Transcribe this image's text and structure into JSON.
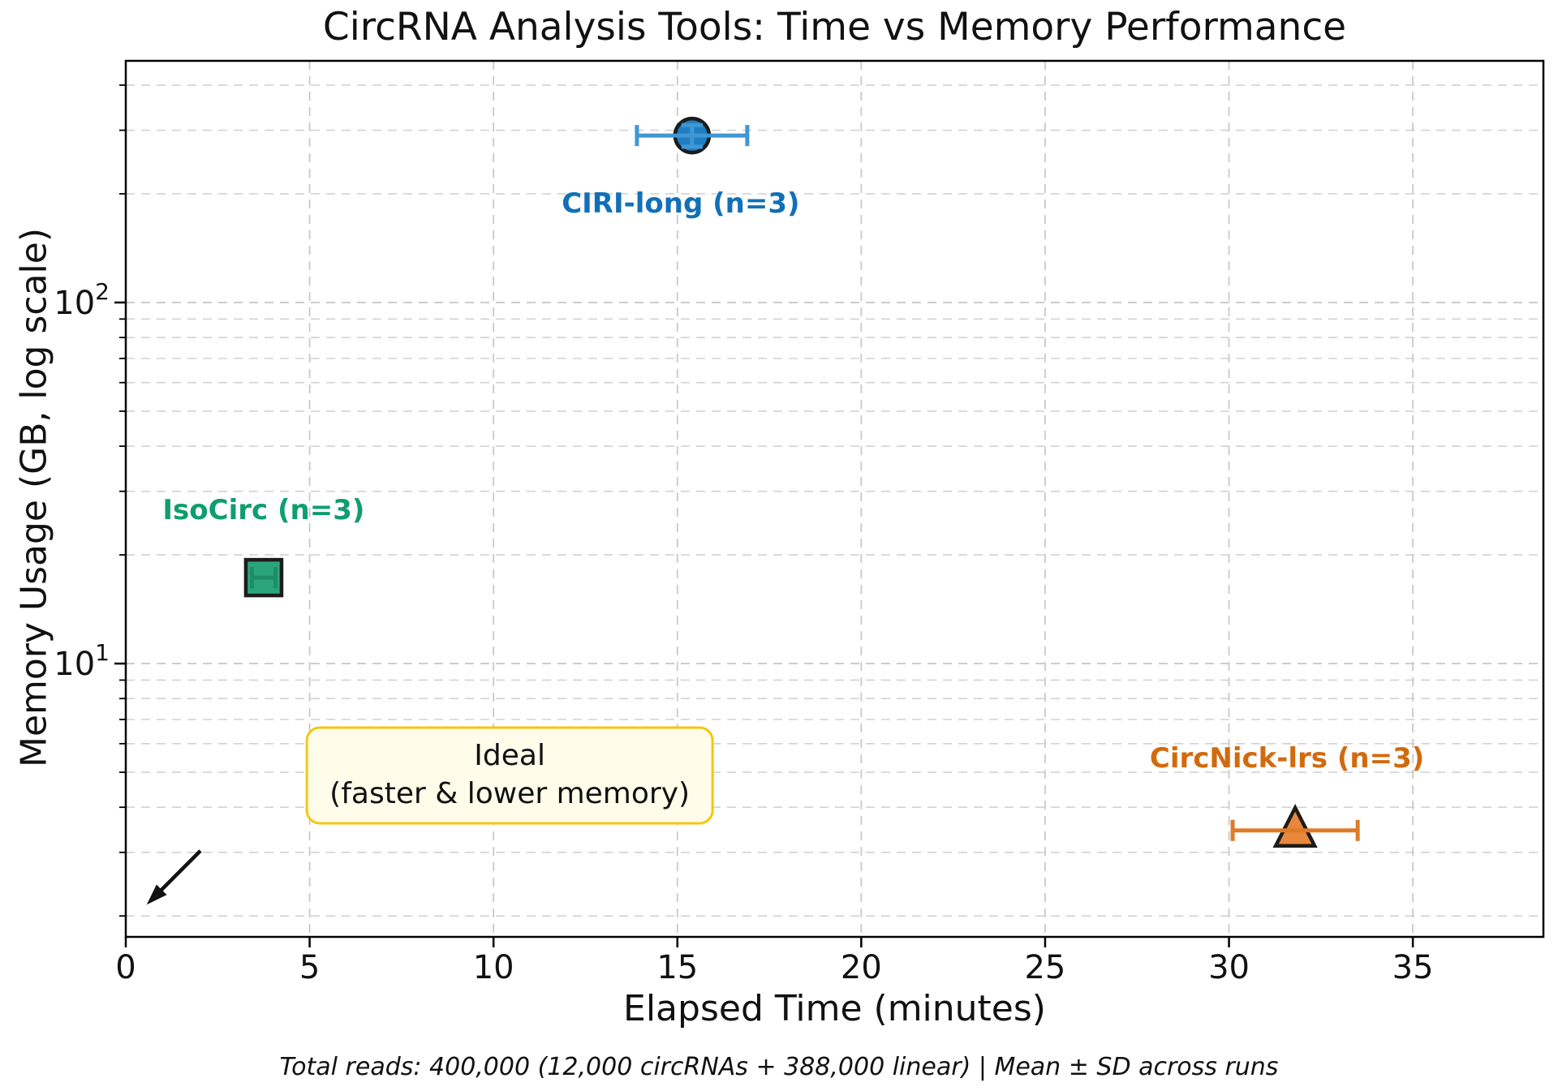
{
  "chart_data": {
    "type": "scatter",
    "title": "CircRNA Analysis Tools: Time vs Memory Performance",
    "footnote": "Total reads: 400,000 (12,000 circRNAs + 388,000 linear) | Mean ± SD across runs",
    "xlabel": "Elapsed Time (minutes)",
    "ylabel": "Memory Usage (GB, log scale)",
    "axes": {
      "x": {
        "scale": "linear",
        "lim": [
          0,
          38.55
        ],
        "ticks": [
          0,
          5,
          10,
          15,
          20,
          25,
          30,
          35
        ],
        "tick_labels": [
          "0",
          "5",
          "10",
          "15",
          "20",
          "25",
          "30",
          "35"
        ]
      },
      "y": {
        "scale": "log",
        "lim": [
          1.75,
          467
        ],
        "major_ticks": [
          10,
          100
        ],
        "major_tick_labels": [
          {
            "base": "10",
            "exponent": "1"
          },
          {
            "base": "10",
            "exponent": "2"
          }
        ],
        "minor_ticks": [
          2,
          3,
          4,
          5,
          6,
          7,
          8,
          9,
          20,
          30,
          40,
          50,
          60,
          70,
          80,
          90,
          200,
          300,
          400
        ]
      }
    },
    "grid": {
      "on": true,
      "color": "#c9c9c9",
      "minor_color": "#d2d2d2",
      "dash": "11 8"
    },
    "series": [
      {
        "name": "CIRI-long",
        "label": "CIRI-long (n=3)",
        "marker": "circle",
        "time_min": 15.4,
        "time_sd": 1.5,
        "memory_gb": 290,
        "memory_sd": 20,
        "colors": {
          "fill": "#1f7ec3",
          "edge": "#1c1c1c",
          "errorbar": "#3f97d3",
          "label": "#1170b8"
        },
        "label_offset": [
          -14,
          95
        ]
      },
      {
        "name": "IsoCirc",
        "label": "IsoCirc (n=3)",
        "marker": "square",
        "time_min": 3.75,
        "time_sd": 0.32,
        "memory_gb": 17.3,
        "memory_sd": 0,
        "colors": {
          "fill": "#2aa57c",
          "edge": "#1c1c1c",
          "errorbar": "#1d8c67",
          "label": "#0f9e6e"
        },
        "label_offset": [
          0,
          -72
        ]
      },
      {
        "name": "CircNick-lrs",
        "label": "CircNick-lrs (n=3)",
        "marker": "triangle",
        "time_min": 31.8,
        "time_sd": 1.7,
        "memory_gb": 3.45,
        "memory_sd": 0,
        "colors": {
          "fill": "#e9873c",
          "edge": "#1c1c1c",
          "errorbar": "#df7b28",
          "label": "#d26a0e"
        },
        "label_offset": [
          -10,
          -78
        ]
      }
    ],
    "annotations": {
      "ideal_box": {
        "lines": [
          "Ideal",
          "(faster & lower memory)"
        ],
        "x": 10.44,
        "y": 4.9,
        "bg": "#fffdea",
        "border": "#f4c70f",
        "text_color": "#111111"
      },
      "arrow": {
        "x_from": 2.03,
        "y_from": 3.03,
        "x_to": 0.57,
        "y_to": 2.15,
        "color": "#111111"
      }
    },
    "style": {
      "spine_color": "#000000",
      "tick_color": "#000000",
      "text_color": "#111111"
    }
  }
}
